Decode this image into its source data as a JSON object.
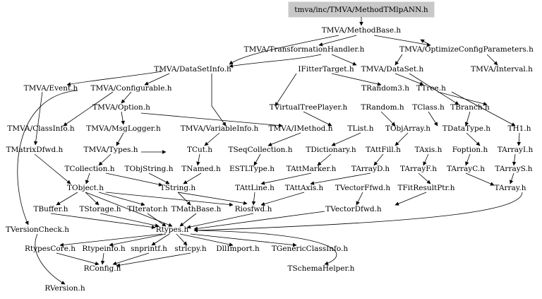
{
  "root": "tmva/inc/TMVA/MethodTMlpANN.h",
  "colors": {
    "root_fill": "#c8c8c8",
    "edge": "#000000",
    "background": "#ffffff"
  },
  "nodes": {
    "methodbase": "TMVA/MethodBase.h",
    "transformationhandler": "TMVA/TransformationHandler.h",
    "optimizeconfig": "TMVA/OptimizeConfigParameters.h",
    "datasetinfo": "TMVA/DataSetInfo.h",
    "ifittertarget": "IFitterTarget.h",
    "dataset": "TMVA/DataSet.h",
    "interval": "TMVA/Interval.h",
    "event": "TMVA/Event.h",
    "configurable": "TMVA/Configurable.h",
    "trandom3": "TRandom3.h",
    "ttree": "TTree.h",
    "option": "TMVA/Option.h",
    "tvirtualtreeplayer": "TVirtualTreePlayer.h",
    "trandom": "TRandom.h",
    "tclass": "TClass.h",
    "tbranch": "TBranch.h",
    "classinfo": "TMVA/ClassInfo.h",
    "msglogger": "TMVA/MsgLogger.h",
    "variableinfo": "TMVA/VariableInfo.h",
    "imethod": "TMVA/IMethod.h",
    "tlist": "TList.h",
    "tobjarray": "TObjArray.h",
    "tdatatype": "TDataType.h",
    "th1": "TH1.h",
    "tmatrixdfwd": "TMatrixDfwd.h",
    "types": "TMVA/Types.h",
    "tcut": "TCut.h",
    "tseqcollection": "TSeqCollection.h",
    "tdictionary": "TDictionary.h",
    "tattfill": "TAttFill.h",
    "taxis": "TAxis.h",
    "foption": "Foption.h",
    "tarrayi": "TArrayI.h",
    "tcollection": "TCollection.h",
    "tobjstring": "TObjString.h",
    "tnamed": "TNamed.h",
    "estltype": "ESTLType.h",
    "tattmarker": "TAttMarker.h",
    "tarrayd": "TArrayD.h",
    "tarrayf": "TArrayF.h",
    "tarrayc": "TArrayC.h",
    "tarrays": "TArrayS.h",
    "tobject": "TObject.h",
    "tstring": "TString.h",
    "tattline": "TAttLine.h",
    "tattaxis": "TAttAxis.h",
    "tvectorffwd": "TVectorFfwd.h",
    "tfitresultptr": "TFitResultPtr.h",
    "tarray": "TArray.h",
    "tbuffer": "TBuffer.h",
    "tstorage": "TStorage.h",
    "titerator": "TIterator.h",
    "tmathbase": "TMathBase.h",
    "riosfwd": "Riosfwd.h",
    "tvectordfwd": "TVectorDfwd.h",
    "tversioncheck": "TVersionCheck.h",
    "rtypes": "Rtypes.h",
    "rtypescore": "RtypesCore.h",
    "rtypeinfo": "Rtypeinfo.h",
    "snprintf": "snprintf.h",
    "strlcpy": "strlcpy.h",
    "dllimport": "DllImport.h",
    "tgenericclassinfo": "TGenericClassInfo.h",
    "rconfig": "RConfig.h",
    "tschemahelper": "TSchemaHelper.h",
    "rversion": "RVersion.h"
  }
}
